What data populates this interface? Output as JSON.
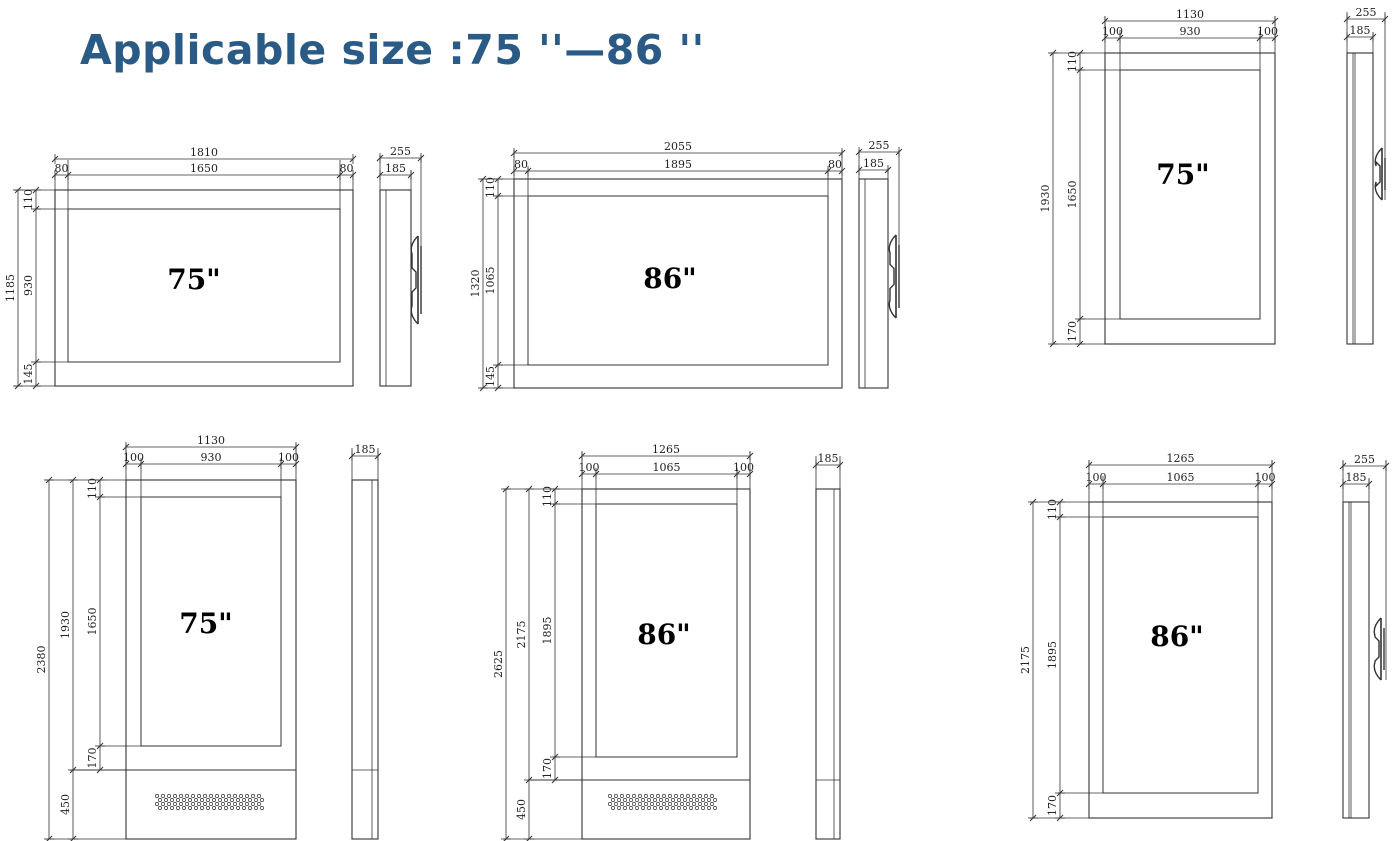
{
  "title": "Applicable size :75 ''—86 ''",
  "colors": {
    "title": "#2a5a86",
    "lines": "#333333",
    "text": "#222222"
  },
  "drawings": [
    {
      "id": "wall-75-landscape",
      "size_label": "75\"",
      "front": {
        "width": "1810",
        "bezel_left": "80",
        "screen_width": "1650",
        "bezel_right": "80",
        "height": "1185",
        "top_bezel": "110",
        "screen_height": "930",
        "bottom_bezel": "145"
      },
      "side": {
        "depth": "255",
        "body_depth": "185"
      }
    },
    {
      "id": "wall-86-landscape",
      "size_label": "86\"",
      "front": {
        "width": "2055",
        "bezel_left": "80",
        "screen_width": "1895",
        "bezel_right": "80",
        "height": "1320",
        "top_bezel": "110",
        "screen_height": "1065",
        "bottom_bezel": "145"
      },
      "side": {
        "depth": "255",
        "body_depth": "185"
      }
    },
    {
      "id": "wall-75-portrait",
      "size_label": "75\"",
      "front": {
        "width": "1130",
        "bezel_left": "100",
        "screen_width": "930",
        "bezel_right": "100",
        "height": "1930",
        "top_bezel": "110",
        "screen_height": "1650",
        "bottom_bezel": "170"
      },
      "side": {
        "depth": "255",
        "body_depth": "185"
      }
    },
    {
      "id": "floor-75",
      "size_label": "75\"",
      "front": {
        "width": "1130",
        "bezel_left": "100",
        "screen_width": "930",
        "bezel_right": "100",
        "total_height": "2380",
        "head_height": "1930",
        "top_bezel": "110",
        "screen_height": "1650",
        "bottom_bezel": "170",
        "base_height": "450"
      },
      "side": {
        "body_depth": "185"
      }
    },
    {
      "id": "floor-86",
      "size_label": "86\"",
      "front": {
        "width": "1265",
        "bezel_left": "100",
        "screen_width": "1065",
        "bezel_right": "100",
        "total_height": "2625",
        "head_height": "2175",
        "top_bezel": "110",
        "screen_height": "1895",
        "bottom_bezel": "170",
        "base_height": "450"
      },
      "side": {
        "body_depth": "185"
      }
    },
    {
      "id": "wall-86-portrait",
      "size_label": "86\"",
      "front": {
        "width": "1265",
        "bezel_left": "100",
        "screen_width": "1065",
        "bezel_right": "100",
        "height": "2175",
        "top_bezel": "110",
        "screen_height": "1895",
        "bottom_bezel": "170"
      },
      "side": {
        "depth": "255",
        "body_depth": "185"
      }
    }
  ]
}
